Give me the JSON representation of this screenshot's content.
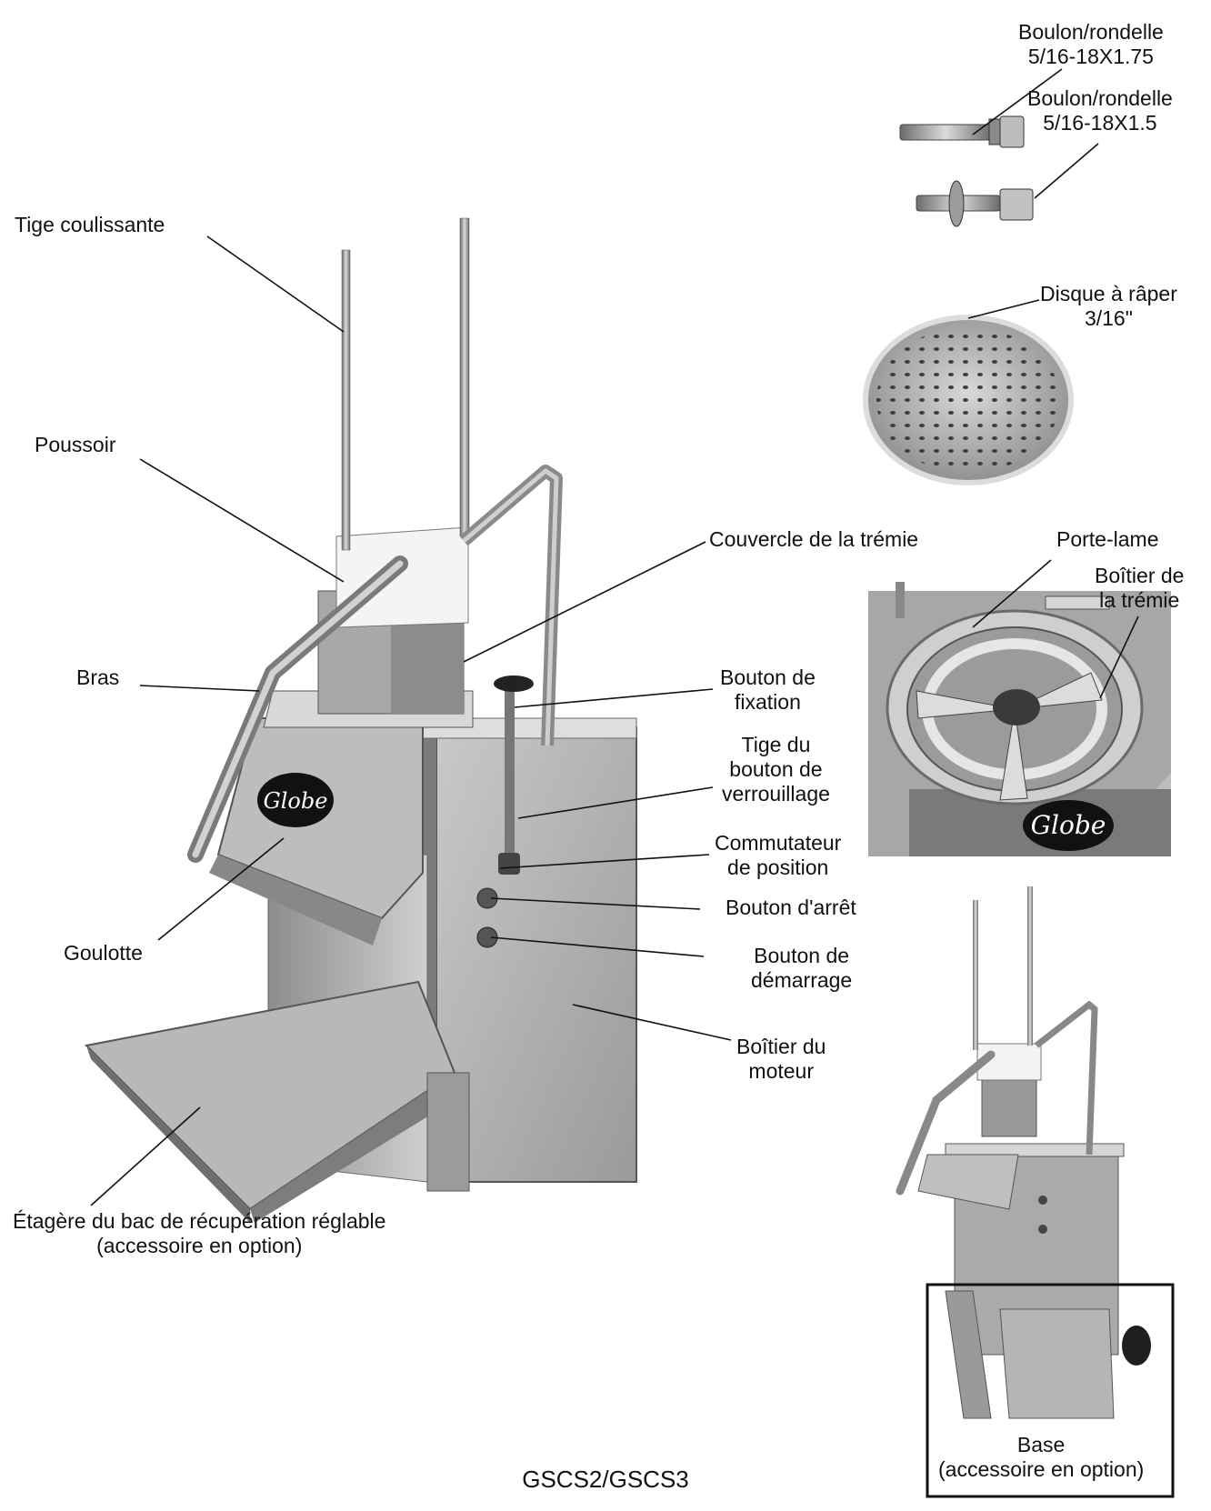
{
  "labels": {
    "bolt_175": [
      "Boulon/rondelle",
      "5/16-18X1.75"
    ],
    "bolt_15": [
      "Boulon/rondelle",
      "5/16-18X1.5"
    ],
    "tige_coulissante": "Tige coulissante",
    "disque": [
      "Disque à râper",
      "3/16\""
    ],
    "poussoir": "Poussoir",
    "couvercle": "Couvercle de la trémie",
    "porte_lame": "Porte-lame",
    "boitier_tremie": [
      "Boîtier de",
      "la trémie"
    ],
    "bras": "Bras",
    "bouton_fixation": [
      "Bouton de",
      "fixation"
    ],
    "tige_verrouillage": [
      "Tige du",
      "bouton de",
      "verrouillage"
    ],
    "commutateur": [
      "Commutateur",
      "de position"
    ],
    "bouton_arret": "Bouton d'arrêt",
    "goulotte": "Goulotte",
    "bouton_demarrage": [
      "Bouton de",
      "démarrage"
    ],
    "boitier_moteur": [
      "Boîtier du",
      "moteur"
    ],
    "etagere": [
      "Étagère du bac de récupération réglable",
      "(accessoire en option)"
    ],
    "base": [
      "Base",
      "(accessoire en option)"
    ]
  },
  "brand_logo": "Globe",
  "caption": "GSCS2/GSCS3",
  "colors": {
    "steel_light": "#d4d4d4",
    "steel_mid": "#a9a9a9",
    "steel_dark": "#6d6d6d",
    "ink": "#111111"
  }
}
